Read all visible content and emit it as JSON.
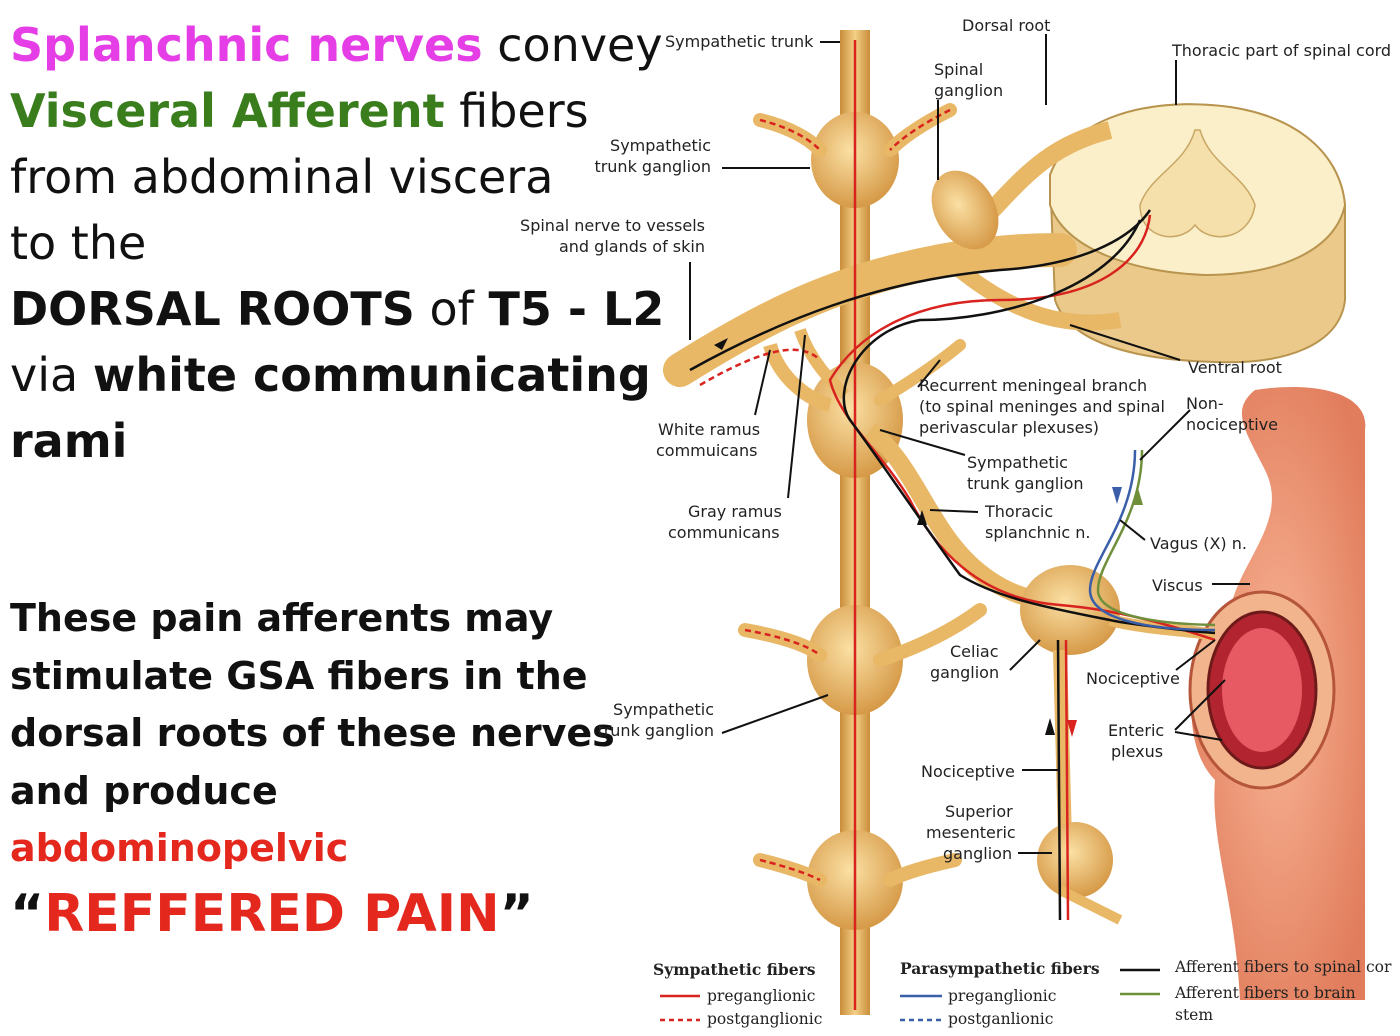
{
  "colors": {
    "magenta": "#e53ee6",
    "green": "#3a7d1d",
    "red": "#e5281e",
    "nerve": "#e8b867",
    "cord": "#f6e3b1",
    "sympathetic": "#d8231f",
    "parasympathetic": "#3b5ea8",
    "afferent_cord": "#111111",
    "afferent_brain": "#6f8f3b"
  },
  "heading": {
    "l1_a": "Splanchnic nerves",
    "l1_b": " convey",
    "l2_a": "Visceral Afferent",
    "l2_b": " fibers",
    "l3": "from abdominal viscera",
    "l4": "to the",
    "l5_a": "DORSAL ROOTS",
    "l5_b": " of ",
    "l5_c": "T5 - L2",
    "l6_a": "via ",
    "l6_b": "white communicating",
    "l7": "rami"
  },
  "body": {
    "l1": "These pain afferents may",
    "l2": "stimulate GSA fibers in the",
    "l3": "dorsal roots of these nerves",
    "l4": "and produce",
    "l5": "abdominopelvic",
    "l6_a": "“",
    "l6_b": "REFFERED PAIN",
    "l6_c": "”"
  },
  "labels": {
    "sympathetic_trunk": "Sympathetic trunk",
    "dorsal_root": "Dorsal root",
    "thoracic_cord": "Thoracic part of spinal cord",
    "spinal_ganglion_1": "Spinal",
    "spinal_ganglion_2": "ganglion",
    "stg_top_1": "Sympathetic",
    "stg_top_2": "trunk ganglion",
    "spinal_nerve_1": "Spinal nerve to vessels",
    "spinal_nerve_2": "and glands of skin",
    "ventral_root": "Ventral root",
    "recurrent_1": "Recurrent meningeal branch",
    "recurrent_2": "(to spinal meninges and spinal",
    "recurrent_3": "perivascular plexuses)",
    "non_noci_1": "Non-",
    "non_noci_2": "nociceptive",
    "white_ramus_1": "White ramus",
    "white_ramus_2": "commuicans",
    "stg_mid_1": "Sympathetic",
    "stg_mid_2": "trunk ganglion",
    "thoracic_spl_1": "Thoracic",
    "thoracic_spl_2": "splanchnic n.",
    "gray_ramus_1": "Gray ramus",
    "gray_ramus_2": "communicans",
    "vagus": "Vagus (X) n.",
    "viscus": "Viscus",
    "celiac_1": "Celiac",
    "celiac_2": "ganglion",
    "nociceptive_1": "Nociceptive",
    "stg_low_1": "Sympathetic",
    "stg_low_2": "trunk ganglion",
    "enteric_1": "Enteric",
    "enteric_2": "plexus",
    "nociceptive_2": "Nociceptive",
    "sup_mes_1": "Superior",
    "sup_mes_2": "mesenteric",
    "sup_mes_3": "ganglion"
  },
  "legend": {
    "symp_title": "Sympathetic fibers",
    "symp_pre": "preganglionic",
    "symp_post": "postganglionic",
    "para_title": "Parasympathetic fibers",
    "para_pre": "preganglionic",
    "para_post": "postganlionic",
    "aff_cord": "Afferent fibers to spinal cor",
    "aff_brain_1": "Afferent fibers to brain",
    "aff_brain_2": "stem"
  }
}
